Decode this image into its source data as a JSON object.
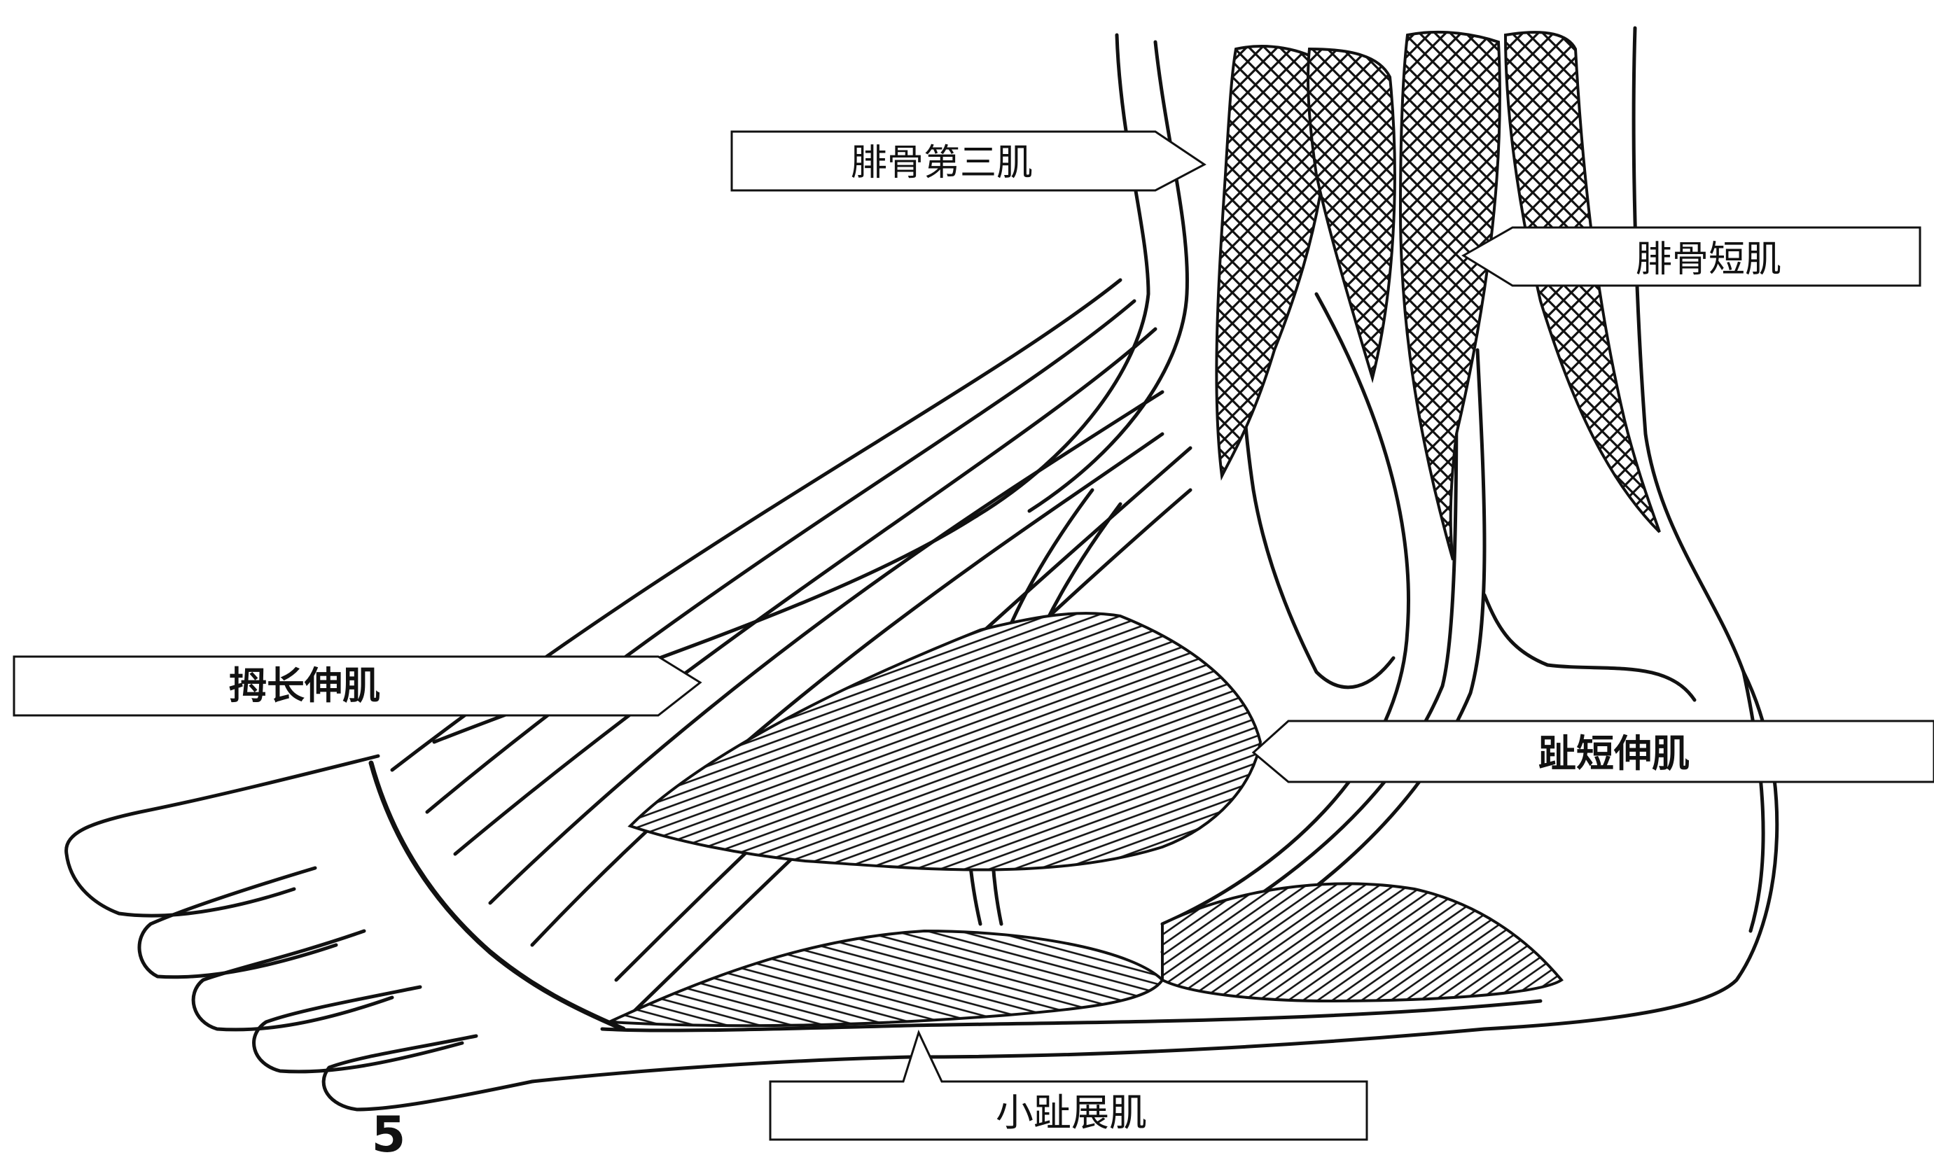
{
  "figure": {
    "number": "5"
  },
  "labels": {
    "peroneus_tertius": "腓骨第三肌",
    "peroneus_brevis": "腓骨短肌",
    "extensor_hallucis_longus": "拇长伸肌",
    "extensor_digitorum_brevis": "趾短伸肌",
    "abductor_digiti_minimi": "小趾展肌"
  },
  "colors": {
    "ink": "#111111",
    "paper": "#ffffff"
  }
}
